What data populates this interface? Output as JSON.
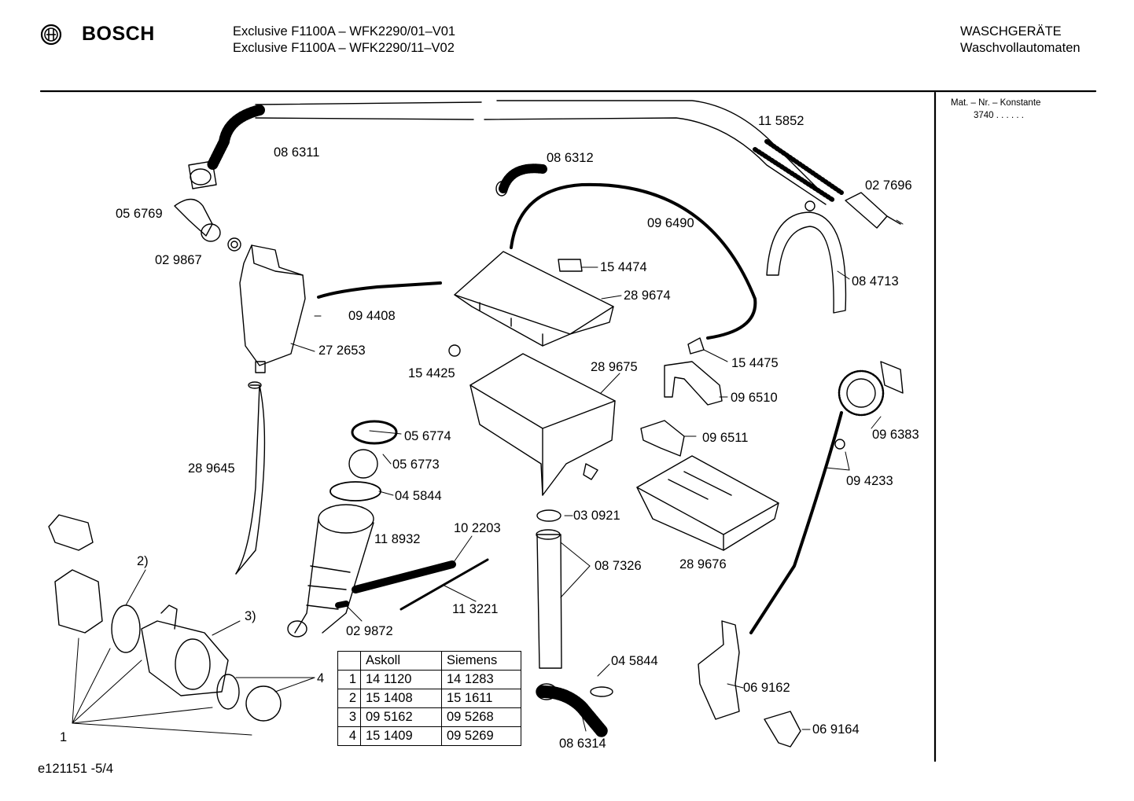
{
  "header": {
    "brand": "BOSCH",
    "model_line_1": "Exclusive F1100A – WFK2290/01–V01",
    "model_line_2": "Exclusive F1100A – WFK2290/11–V02",
    "category_line_1": "WASCHGERÄTE",
    "category_line_2": "Waschvollautomaten"
  },
  "sidebar": {
    "label": "Mat. – Nr. – Konstante",
    "value": "3740  .  .  .  .  .  ."
  },
  "footer": {
    "code": "e121151 -5/4"
  },
  "parts": [
    "08 6311",
    "11 5852",
    "08 6312",
    "02 7696",
    "05 6769",
    "09 6490",
    "02 9867",
    "15 4474",
    "08 4713",
    "28 9674",
    "09 4408",
    "27 2653",
    "15 4475",
    "15 4425",
    "28 9675",
    "09 6510",
    "09 6383",
    "05 6774",
    "09 6511",
    "05 6773",
    "09 4233",
    "28 9645",
    "04 5844",
    "10 2203",
    "03 0921",
    "11 8932",
    "08 7326",
    "28 9676",
    "11 3221",
    "02 9872",
    "04 5844",
    "06 9162",
    "08 6314",
    "06 9164"
  ],
  "callouts": [
    "2)",
    "3)",
    "4",
    "1"
  ],
  "table": {
    "headers": [
      "Askoll",
      "Siemens"
    ],
    "rows": [
      {
        "idx": "1",
        "askoll": "14 1120",
        "siemens": "14 1283"
      },
      {
        "idx": "2",
        "askoll": "15 1408",
        "siemens": "15 1611"
      },
      {
        "idx": "3",
        "askoll": "09 5162",
        "siemens": "09 5268"
      },
      {
        "idx": "4",
        "askoll": "15 1409",
        "siemens": "09 5269"
      }
    ]
  }
}
